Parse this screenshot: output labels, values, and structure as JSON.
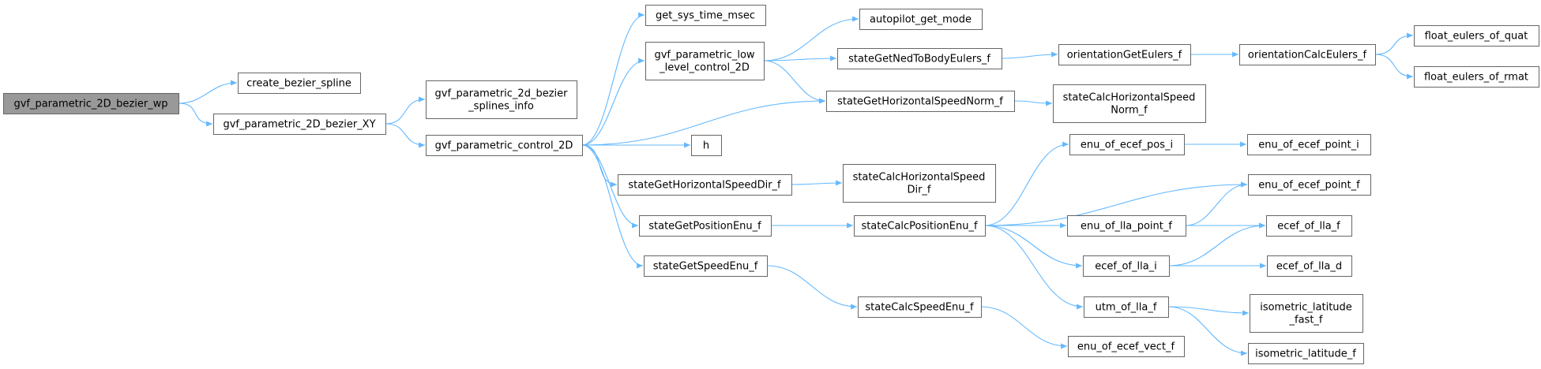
{
  "diagram": {
    "type": "call-graph",
    "colors": {
      "edge": "#63b8ff",
      "node_border": "#666666",
      "root_fill": "#999999",
      "node_fill": "#ffffff"
    },
    "nodes": [
      {
        "id": "root",
        "lines": [
          "gvf_parametric_2D_bezier_wp"
        ],
        "root": true
      },
      {
        "id": "create_bezier_spline",
        "lines": [
          "create_bezier_spline"
        ]
      },
      {
        "id": "bezier_XY",
        "lines": [
          "gvf_parametric_2D_bezier_XY"
        ]
      },
      {
        "id": "splines_info",
        "lines": [
          "gvf_parametric_2d_bezier",
          "_splines_info"
        ]
      },
      {
        "id": "control_2D",
        "lines": [
          "gvf_parametric_control_2D"
        ]
      },
      {
        "id": "get_sys_time_msec",
        "lines": [
          "get_sys_time_msec"
        ]
      },
      {
        "id": "low_level_control_2D",
        "lines": [
          "gvf_parametric_low",
          "_level_control_2D"
        ]
      },
      {
        "id": "h",
        "lines": [
          "h"
        ]
      },
      {
        "id": "stateGetHorizontalSpeedDir_f",
        "lines": [
          "stateGetHorizontalSpeedDir_f"
        ]
      },
      {
        "id": "stateGetPositionEnu_f",
        "lines": [
          "stateGetPositionEnu_f"
        ]
      },
      {
        "id": "stateGetSpeedEnu_f",
        "lines": [
          "stateGetSpeedEnu_f"
        ]
      },
      {
        "id": "autopilot_get_mode",
        "lines": [
          "autopilot_get_mode"
        ]
      },
      {
        "id": "stateGetNedToBodyEulers_f",
        "lines": [
          "stateGetNedToBodyEulers_f"
        ]
      },
      {
        "id": "stateGetHorizontalSpeedNorm_f",
        "lines": [
          "stateGetHorizontalSpeedNorm_f"
        ]
      },
      {
        "id": "stateCalcHorizontalSpeedDir_f",
        "lines": [
          "stateCalcHorizontalSpeed",
          "Dir_f"
        ]
      },
      {
        "id": "stateCalcPositionEnu_f",
        "lines": [
          "stateCalcPositionEnu_f"
        ]
      },
      {
        "id": "stateCalcSpeedEnu_f",
        "lines": [
          "stateCalcSpeedEnu_f"
        ]
      },
      {
        "id": "orientationGetEulers_f",
        "lines": [
          "orientationGetEulers_f"
        ]
      },
      {
        "id": "stateCalcHorizontalSpeedNorm_f",
        "lines": [
          "stateCalcHorizontalSpeed",
          "Norm_f"
        ]
      },
      {
        "id": "enu_of_ecef_pos_i",
        "lines": [
          "enu_of_ecef_pos_i"
        ]
      },
      {
        "id": "enu_of_lla_point_f",
        "lines": [
          "enu_of_lla_point_f"
        ]
      },
      {
        "id": "ecef_of_lla_i",
        "lines": [
          "ecef_of_lla_i"
        ]
      },
      {
        "id": "utm_of_lla_f",
        "lines": [
          "utm_of_lla_f"
        ]
      },
      {
        "id": "enu_of_ecef_vect_f",
        "lines": [
          "enu_of_ecef_vect_f"
        ]
      },
      {
        "id": "orientationCalcEulers_f",
        "lines": [
          "orientationCalcEulers_f"
        ]
      },
      {
        "id": "enu_of_ecef_point_i",
        "lines": [
          "enu_of_ecef_point_i"
        ]
      },
      {
        "id": "enu_of_ecef_point_f",
        "lines": [
          "enu_of_ecef_point_f"
        ]
      },
      {
        "id": "ecef_of_lla_f",
        "lines": [
          "ecef_of_lla_f"
        ]
      },
      {
        "id": "ecef_of_lla_d",
        "lines": [
          "ecef_of_lla_d"
        ]
      },
      {
        "id": "isometric_latitude_fast_f",
        "lines": [
          "isometric_latitude",
          "_fast_f"
        ]
      },
      {
        "id": "isometric_latitude_f",
        "lines": [
          "isometric_latitude_f"
        ]
      },
      {
        "id": "float_eulers_of_quat",
        "lines": [
          "float_eulers_of_quat"
        ]
      },
      {
        "id": "float_eulers_of_rmat",
        "lines": [
          "float_eulers_of_rmat"
        ]
      }
    ],
    "edges": [
      [
        "root",
        "create_bezier_spline"
      ],
      [
        "root",
        "bezier_XY"
      ],
      [
        "bezier_XY",
        "splines_info"
      ],
      [
        "bezier_XY",
        "control_2D"
      ],
      [
        "control_2D",
        "get_sys_time_msec"
      ],
      [
        "control_2D",
        "low_level_control_2D"
      ],
      [
        "control_2D",
        "stateGetHorizontalSpeedNorm_f"
      ],
      [
        "control_2D",
        "h"
      ],
      [
        "control_2D",
        "stateGetHorizontalSpeedDir_f"
      ],
      [
        "control_2D",
        "stateGetPositionEnu_f"
      ],
      [
        "control_2D",
        "stateGetSpeedEnu_f"
      ],
      [
        "low_level_control_2D",
        "autopilot_get_mode"
      ],
      [
        "low_level_control_2D",
        "stateGetNedToBodyEulers_f"
      ],
      [
        "low_level_control_2D",
        "stateGetHorizontalSpeedNorm_f"
      ],
      [
        "stateGetNedToBodyEulers_f",
        "orientationGetEulers_f"
      ],
      [
        "orientationGetEulers_f",
        "orientationCalcEulers_f"
      ],
      [
        "orientationCalcEulers_f",
        "float_eulers_of_quat"
      ],
      [
        "orientationCalcEulers_f",
        "float_eulers_of_rmat"
      ],
      [
        "stateGetHorizontalSpeedNorm_f",
        "stateCalcHorizontalSpeedNorm_f"
      ],
      [
        "stateGetHorizontalSpeedDir_f",
        "stateCalcHorizontalSpeedDir_f"
      ],
      [
        "stateGetPositionEnu_f",
        "stateCalcPositionEnu_f"
      ],
      [
        "stateGetSpeedEnu_f",
        "stateCalcSpeedEnu_f"
      ],
      [
        "stateCalcSpeedEnu_f",
        "enu_of_ecef_vect_f"
      ],
      [
        "stateCalcPositionEnu_f",
        "enu_of_ecef_pos_i"
      ],
      [
        "stateCalcPositionEnu_f",
        "enu_of_ecef_point_f"
      ],
      [
        "stateCalcPositionEnu_f",
        "enu_of_lla_point_f"
      ],
      [
        "stateCalcPositionEnu_f",
        "ecef_of_lla_i"
      ],
      [
        "stateCalcPositionEnu_f",
        "utm_of_lla_f"
      ],
      [
        "enu_of_ecef_pos_i",
        "enu_of_ecef_point_i"
      ],
      [
        "enu_of_lla_point_f",
        "enu_of_ecef_point_f"
      ],
      [
        "enu_of_lla_point_f",
        "ecef_of_lla_f"
      ],
      [
        "ecef_of_lla_i",
        "ecef_of_lla_f"
      ],
      [
        "ecef_of_lla_i",
        "ecef_of_lla_d"
      ],
      [
        "utm_of_lla_f",
        "isometric_latitude_fast_f"
      ],
      [
        "utm_of_lla_f",
        "isometric_latitude_f"
      ]
    ]
  }
}
